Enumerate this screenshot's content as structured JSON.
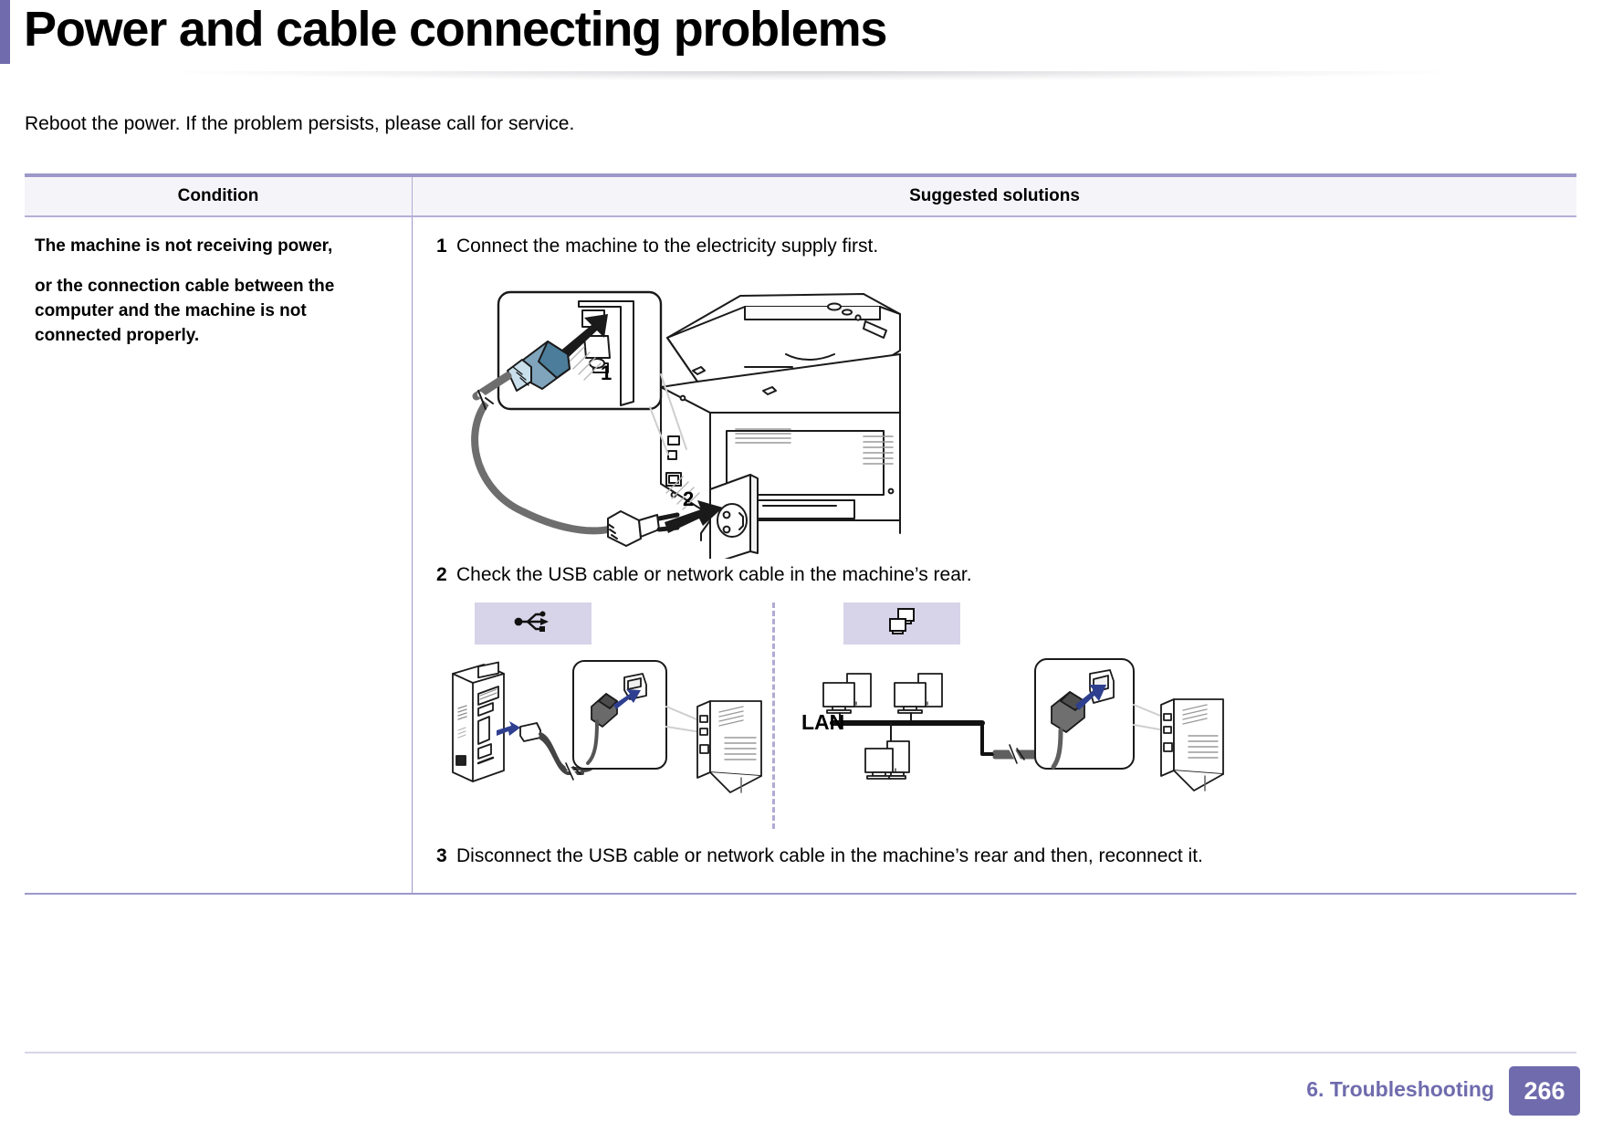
{
  "header": {
    "title": "Power and cable connecting problems",
    "accent_color": "#6f6bad"
  },
  "intro": {
    "text": "Reboot the power. If the problem persists, please call for service."
  },
  "table": {
    "headers": {
      "condition": "Condition",
      "solutions": "Suggested solutions"
    },
    "condition": {
      "line1": "The machine is not receiving power,",
      "line2": "or the connection cable between the computer and the machine is not connected properly."
    },
    "steps": [
      {
        "num": "1",
        "text": "Connect the machine to the electricity supply first."
      },
      {
        "num": "2",
        "text": "Check the USB cable or network cable in the machine’s rear."
      },
      {
        "num": "3",
        "text": "Disconnect the USB cable or network cable in the machine’s rear and then, reconnect it."
      }
    ],
    "figures": {
      "power": {
        "callout_1": "1",
        "callout_2": "2"
      },
      "usb": {
        "icon": "usb-icon"
      },
      "lan": {
        "icon": "network-icon",
        "label": "LAN"
      }
    },
    "border_color": "#9c98c9",
    "header_bg": "#f5f4f9",
    "badge_bg": "#d7d3e8"
  },
  "footer": {
    "chapter": "6.  Troubleshooting",
    "page": "266"
  }
}
